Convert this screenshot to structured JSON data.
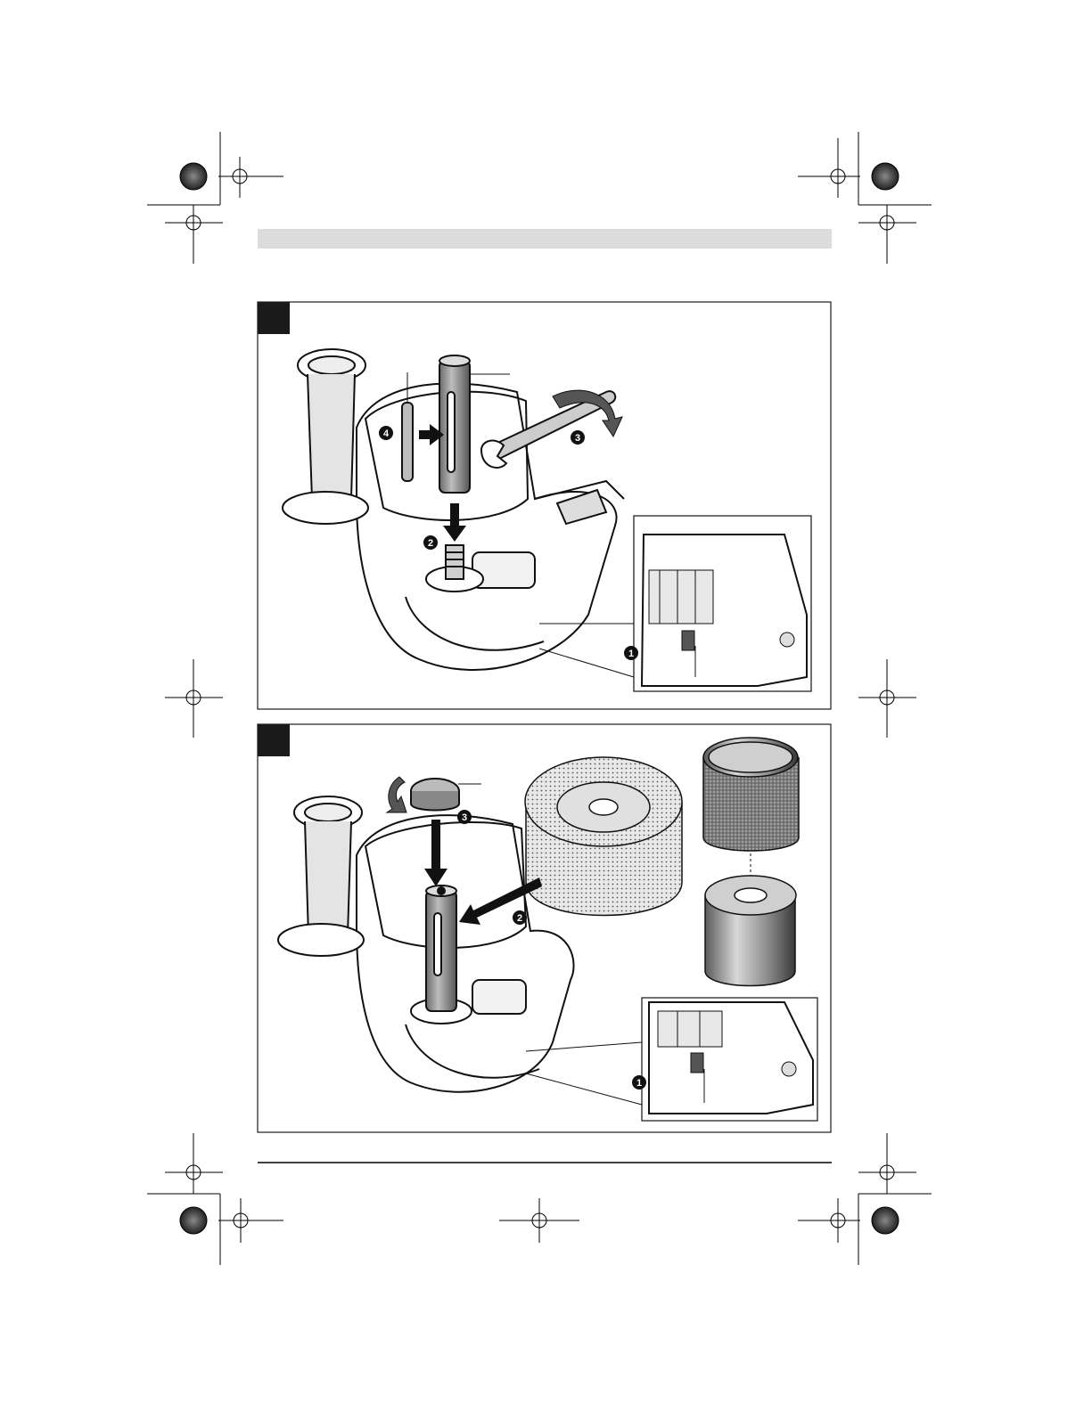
{
  "page": {
    "header_band_color": "#dcdcdc",
    "frame_color": "#1a1a1a",
    "footer_rule_color": "#000000"
  },
  "figure_a": {
    "steps": [
      "1",
      "2",
      "3",
      "4"
    ],
    "icons": [
      "handle-icon",
      "spindle-sleeve-icon",
      "spanner-icon",
      "key-icon",
      "spindle-lock-inset-icon",
      "arrow-icon",
      "rotate-arrow-icon"
    ]
  },
  "figure_b": {
    "steps": [
      "1",
      "2",
      "3"
    ],
    "icons": [
      "handle-icon",
      "clamping-nut-icon",
      "wire-brush-drum-icon",
      "sanding-sleeve-icon",
      "expansion-roller-icon",
      "spindle-lock-inset-icon",
      "arrow-icon",
      "rotate-arrow-icon"
    ]
  }
}
